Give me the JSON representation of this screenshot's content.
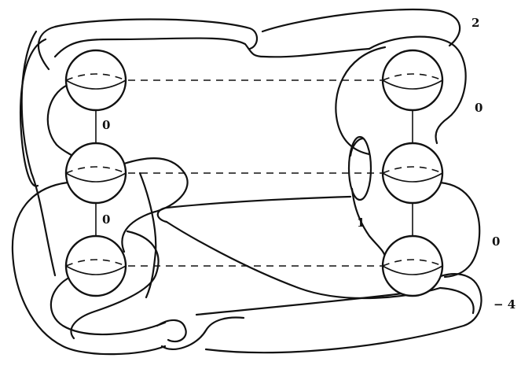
{
  "labels": {
    "top_left_gap": "0",
    "bottom_left_gap": "0",
    "top_right_component": "2",
    "middle_right_gap": "0",
    "meridian_circle": "1",
    "lower_right_component": "0",
    "bottom_right_component": "− 4"
  },
  "colors": {
    "ink": "#111111",
    "paper": "#ffffff"
  }
}
